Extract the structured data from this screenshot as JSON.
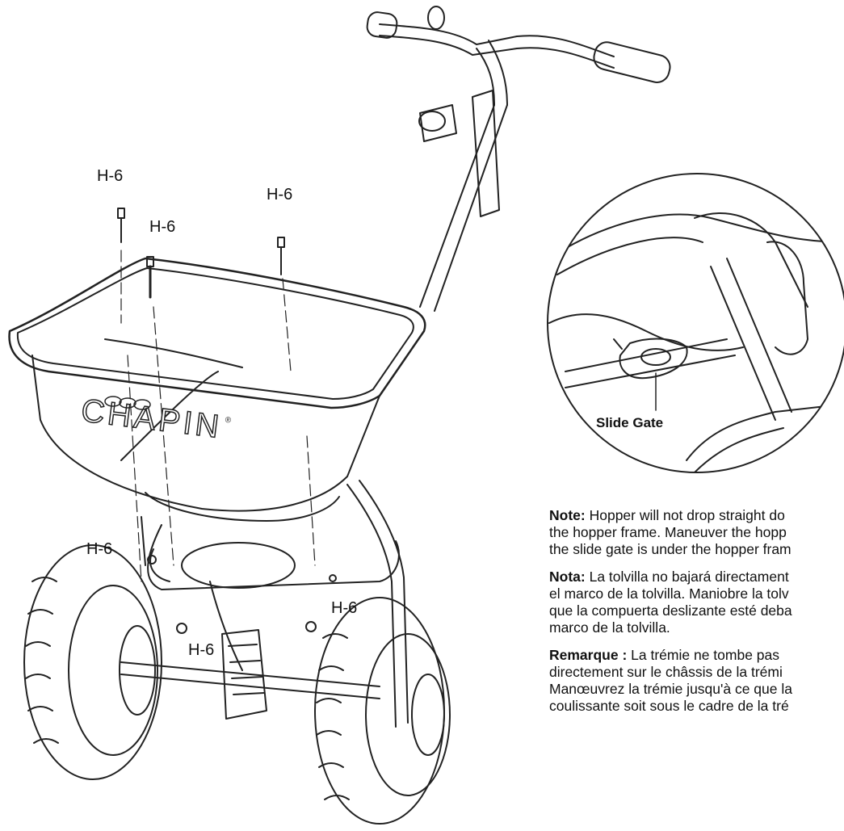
{
  "hardware_labels": [
    "H-6",
    "H-6",
    "H-6",
    "H-6",
    "H-6",
    "H-6"
  ],
  "brand": "CHAPIN",
  "brand_mark": "®",
  "callout": "Slide Gate",
  "notes": [
    {
      "lead": "Note:",
      "lines": [
        "Hopper will not drop straight do",
        "the hopper frame. Maneuver the hopp",
        "the slide gate is under the hopper fram"
      ]
    },
    {
      "lead": "Nota:",
      "lines": [
        "La tolvilla no bajará directament",
        "el marco de la tolvilla. Maniobre la tolv",
        "que la compuerta deslizante esté deba",
        "marco de la tolvilla."
      ]
    },
    {
      "lead": "Remarque :",
      "lines": [
        "La trémie ne tombe pas",
        "directement sur le châssis de la trémi",
        "Manœuvrez la trémie jusqu'à ce que la",
        "coulissante soit sous le cadre de la tré"
      ]
    }
  ]
}
